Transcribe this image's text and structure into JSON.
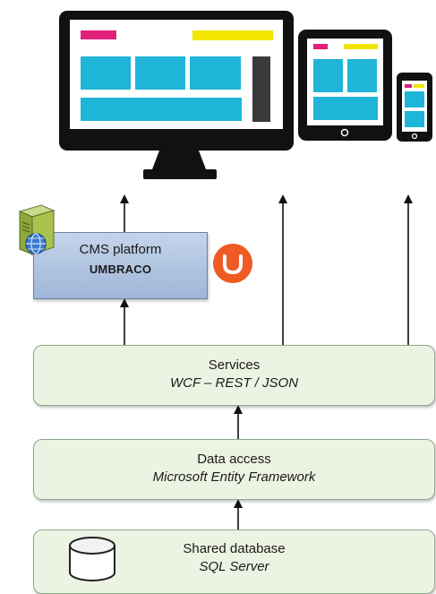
{
  "cms": {
    "title": "CMS platform",
    "product": "UMBRACO"
  },
  "layers": {
    "services": {
      "title": "Services",
      "subtitle": "WCF – REST / JSON"
    },
    "data_access": {
      "title": "Data access",
      "subtitle": "Microsoft Entity Framework"
    },
    "database": {
      "title": "Shared database",
      "subtitle": "SQL Server"
    }
  },
  "icons": {
    "devices": [
      "desktop-monitor-icon",
      "tablet-icon",
      "phone-icon"
    ],
    "server": "server-icon",
    "database": "database-icon",
    "umbraco": "umbraco-logo-icon"
  },
  "colors": {
    "screen_block": "#1fb5d8",
    "screen_accent_magenta": "#e0207a",
    "screen_accent_yellow": "#f2e500",
    "layer_fill": "#edf3e3",
    "layer_border": "#8ea88b",
    "cms_fill": "#b3c6e2",
    "umbraco_orange": "#f05a24",
    "device_frame": "#111111"
  }
}
